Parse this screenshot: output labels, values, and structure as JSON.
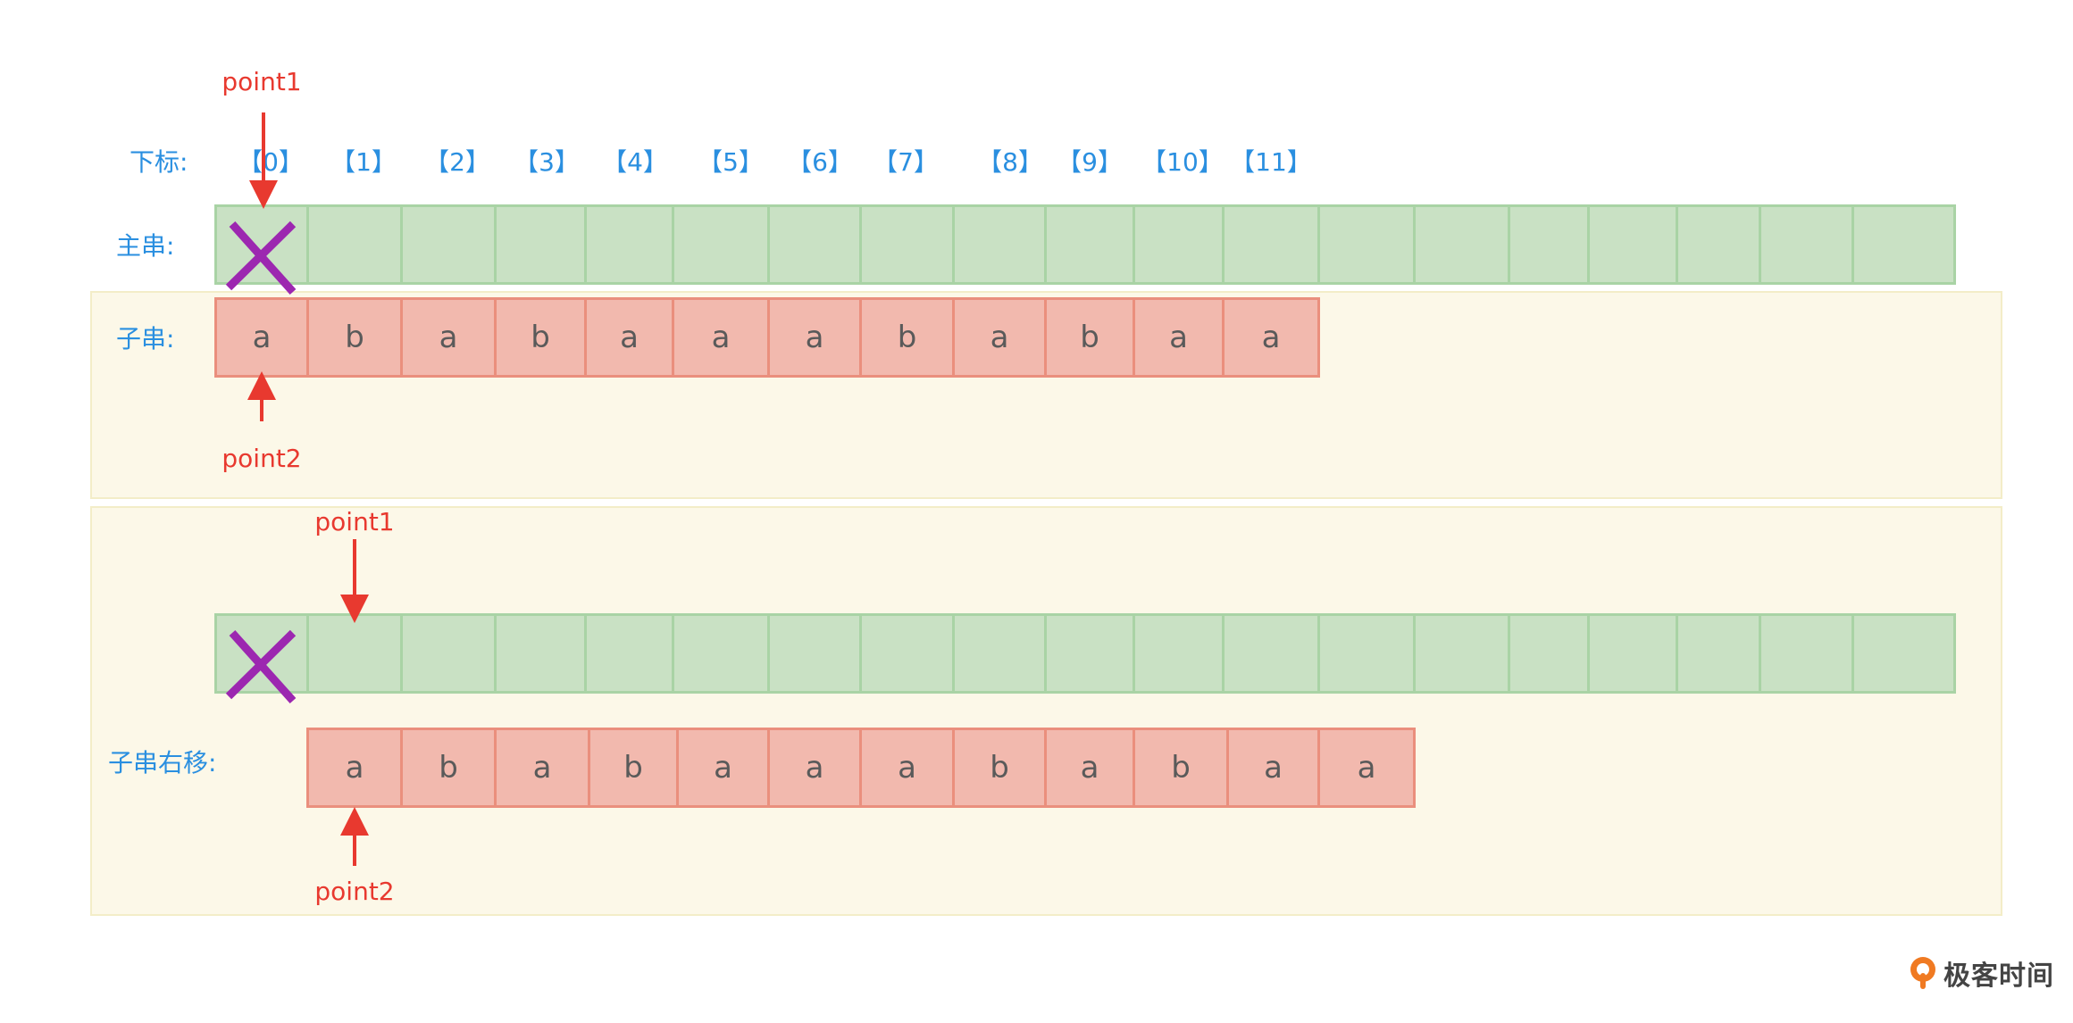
{
  "labels": {
    "index_label": "下标:",
    "main_label": "主串:",
    "sub_label": "子串:",
    "shifted_label": "子串右移:"
  },
  "indices": [
    "【0】",
    "【1】",
    "【2】",
    "【3】",
    "【4】",
    "【5】",
    "【6】",
    "【7】",
    "【8】",
    "【9】",
    "【10】",
    "【11】"
  ],
  "main_string_cells": 19,
  "substring": [
    "a",
    "b",
    "a",
    "b",
    "a",
    "a",
    "a",
    "b",
    "a",
    "b",
    "a",
    "a"
  ],
  "pointers": {
    "top_point1": "point1",
    "top_point2": "point2",
    "bottom_point1": "point1",
    "bottom_point2": "point2"
  },
  "mismatch_marks": 2,
  "logo": {
    "name": "极客时间",
    "icon": "geektime-logo-icon"
  },
  "colors": {
    "main_fill": "#c9e1c4",
    "sub_fill": "#f2b9ae",
    "label_blue": "#2a8fe0",
    "pointer_red": "#e8392f",
    "cross_purple": "#9c27b0",
    "panel_fill": "#fcf8e8"
  }
}
